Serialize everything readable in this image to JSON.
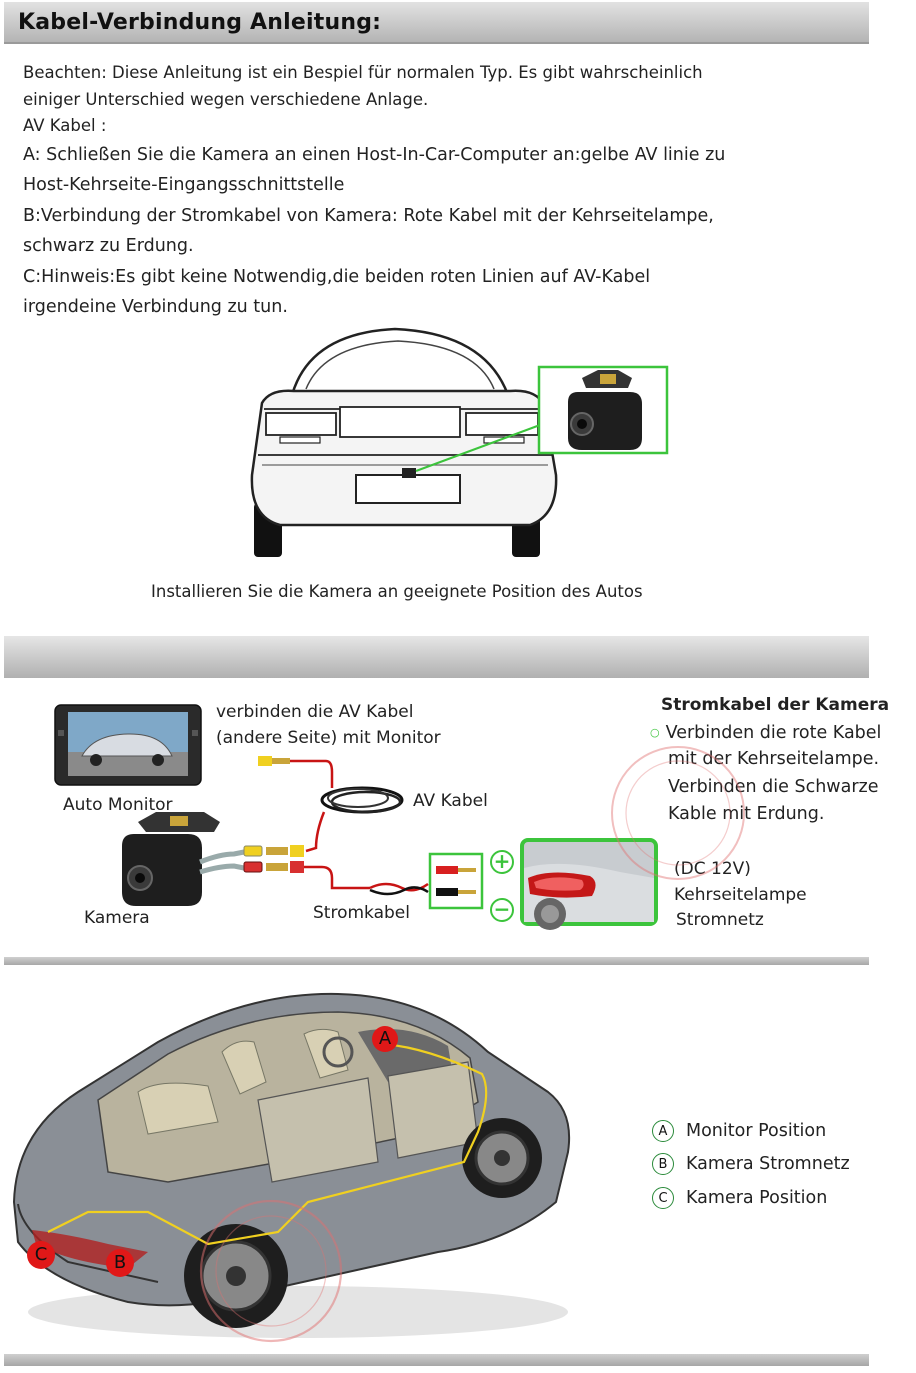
{
  "header": {
    "title": "Kabel-Verbindung Anleitung:"
  },
  "intro": {
    "line1": "Beachten: Diese Anleitung ist ein Bespiel für normalen Typ. Es gibt wahrscheinlich",
    "line2": "einiger Unterschied wegen verschiedene Anlage.",
    "line3": "AV Kabel :",
    "line4": "A: Schließen Sie die Kamera an einen Host-In-Car-Computer an:gelbe AV linie zu",
    "line5": "Host-Kehrseite-Eingangsschnittstelle",
    "line6": "B:Verbindung der Stromkabel von Kamera: Rote Kabel mit der Kehrseitelampe,",
    "line7": "schwarz zu Erdung.",
    "line8": "C:Hinweis:Es gibt keine Notwendig,die beiden roten Linien auf AV-Kabel",
    "line9": "irgendeine Verbindung zu tun."
  },
  "install_caption": "Installieren Sie die Kamera an geeignete Position des Autos",
  "wiring": {
    "connect_line1": "verbinden die AV Kabel",
    "connect_line2": "(andere Seite) mit Monitor",
    "auto_monitor": "Auto Monitor",
    "av_kabel": "AV Kabel",
    "kamera": "Kamera",
    "stromkabel": "Stromkabel",
    "plus": "+",
    "minus": "−",
    "power_title": "Stromkabel der Kamera",
    "power_line1": "Verbinden die rote Kabel",
    "power_line2": "mit der Kehrseitelampe.",
    "power_line3": "Verbinden die Schwarze",
    "power_line4": "Kable mit Erdung.",
    "dc_line1": "(DC 12V)",
    "dc_line2": "Kehrseitelampe",
    "dc_line3": "Stromnetz"
  },
  "positions": {
    "markers": {
      "a": "A",
      "b": "B",
      "c": "C"
    },
    "legend": [
      {
        "key": "A",
        "label": "Monitor Position"
      },
      {
        "key": "B",
        "label": "Kamera Stromnetz"
      },
      {
        "key": "C",
        "label": "Kamera Position"
      }
    ]
  },
  "colors": {
    "header_bar": "#c8c8c8",
    "highlight_green": "#3cc43c",
    "marker_red": "#e01818",
    "legend_ring": "#2a8a3a",
    "cable_red": "#c81414",
    "cable_yellow": "#f0d020"
  }
}
